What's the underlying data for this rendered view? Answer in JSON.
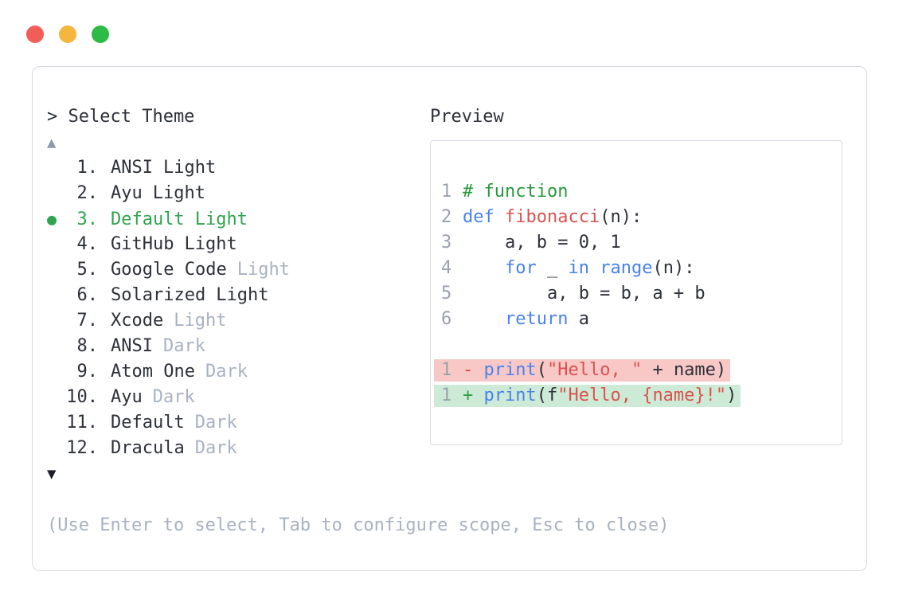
{
  "window": {
    "traffic_lights": [
      {
        "name": "close",
        "color": "#f15e57"
      },
      {
        "name": "minimize",
        "color": "#f4b63c"
      },
      {
        "name": "zoom",
        "color": "#2cbb44"
      }
    ]
  },
  "theme_picker": {
    "prompt": "> Select Theme",
    "scroll_up_icon": "▲",
    "scroll_down_icon": "▼",
    "selected_marker": "●",
    "items": [
      {
        "number": "1.",
        "label": "ANSI",
        "suffix": "Light",
        "suffix_muted": false,
        "selected": false
      },
      {
        "number": "2.",
        "label": "Ayu",
        "suffix": "Light",
        "suffix_muted": false,
        "selected": false
      },
      {
        "number": "3.",
        "label": "Default",
        "suffix": "Light",
        "suffix_muted": false,
        "selected": true
      },
      {
        "number": "4.",
        "label": "GitHub",
        "suffix": "Light",
        "suffix_muted": false,
        "selected": false
      },
      {
        "number": "5.",
        "label": "Google Code",
        "suffix": "Light",
        "suffix_muted": true,
        "selected": false
      },
      {
        "number": "6.",
        "label": "Solarized",
        "suffix": "Light",
        "suffix_muted": false,
        "selected": false
      },
      {
        "number": "7.",
        "label": "Xcode",
        "suffix": "Light",
        "suffix_muted": true,
        "selected": false
      },
      {
        "number": "8.",
        "label": "ANSI",
        "suffix": "Dark",
        "suffix_muted": true,
        "selected": false
      },
      {
        "number": "9.",
        "label": "Atom One",
        "suffix": "Dark",
        "suffix_muted": true,
        "selected": false
      },
      {
        "number": "10.",
        "label": "Ayu",
        "suffix": "Dark",
        "suffix_muted": true,
        "selected": false
      },
      {
        "number": "11.",
        "label": "Default",
        "suffix": "Dark",
        "suffix_muted": true,
        "selected": false
      },
      {
        "number": "12.",
        "label": "Dracula",
        "suffix": "Dark",
        "suffix_muted": true,
        "selected": false
      }
    ],
    "help_text": "(Use Enter to select, Tab to configure scope, Esc to close)"
  },
  "preview": {
    "label": "Preview",
    "lines": [
      {
        "num": "1",
        "bg": "none",
        "tokens": [
          {
            "t": "# function",
            "c": "comment"
          }
        ]
      },
      {
        "num": "2",
        "bg": "none",
        "tokens": [
          {
            "t": "def",
            "c": "keyword"
          },
          {
            "t": " ",
            "c": "plain"
          },
          {
            "t": "fibonacci",
            "c": "function"
          },
          {
            "t": "(n):",
            "c": "plain"
          }
        ]
      },
      {
        "num": "3",
        "bg": "none",
        "tokens": [
          {
            "t": "    a, b = 0, 1",
            "c": "plain"
          }
        ]
      },
      {
        "num": "4",
        "bg": "none",
        "tokens": [
          {
            "t": "    ",
            "c": "plain"
          },
          {
            "t": "for",
            "c": "keyword"
          },
          {
            "t": " _ ",
            "c": "plain"
          },
          {
            "t": "in",
            "c": "keyword"
          },
          {
            "t": " ",
            "c": "plain"
          },
          {
            "t": "range",
            "c": "keyword"
          },
          {
            "t": "(n):",
            "c": "plain"
          }
        ]
      },
      {
        "num": "5",
        "bg": "none",
        "tokens": [
          {
            "t": "        a, b = b, a + b",
            "c": "plain"
          }
        ]
      },
      {
        "num": "6",
        "bg": "none",
        "tokens": [
          {
            "t": "    ",
            "c": "plain"
          },
          {
            "t": "return",
            "c": "keyword"
          },
          {
            "t": " a",
            "c": "plain"
          }
        ]
      },
      {
        "num": "",
        "bg": "none",
        "tokens": []
      },
      {
        "num": "1",
        "bg": "removed",
        "tokens": [
          {
            "t": "- ",
            "c": "removed-sign"
          },
          {
            "t": "print",
            "c": "keyword"
          },
          {
            "t": "(",
            "c": "plain"
          },
          {
            "t": "\"Hello, \"",
            "c": "string"
          },
          {
            "t": " + name)",
            "c": "plain"
          }
        ]
      },
      {
        "num": "1",
        "bg": "added",
        "tokens": [
          {
            "t": "+ ",
            "c": "added-sign"
          },
          {
            "t": "print",
            "c": "keyword"
          },
          {
            "t": "(f",
            "c": "plain"
          },
          {
            "t": "\"Hello, {name}!\"",
            "c": "string"
          },
          {
            "t": ")",
            "c": "plain"
          }
        ]
      }
    ]
  },
  "colors": {
    "text_dark": "#2d3138",
    "text_muted": "#a9b2c1",
    "selected_green": "#2fa44f",
    "scroll_up_arrow": "#8e99ad",
    "scroll_down_arrow": "#1b1e24",
    "line_number": "#9aa1ad",
    "syntax_comment": "#28993a",
    "syntax_keyword": "#4a82ec",
    "syntax_function": "#d9534f",
    "syntax_string": "#d9534f",
    "diff_removed_bg": "#f8c8c7",
    "diff_added_bg": "#cdead6",
    "diff_removed_sign": "#cf4943",
    "diff_added_sign": "#2f9e47",
    "border": "#d5dae3"
  }
}
